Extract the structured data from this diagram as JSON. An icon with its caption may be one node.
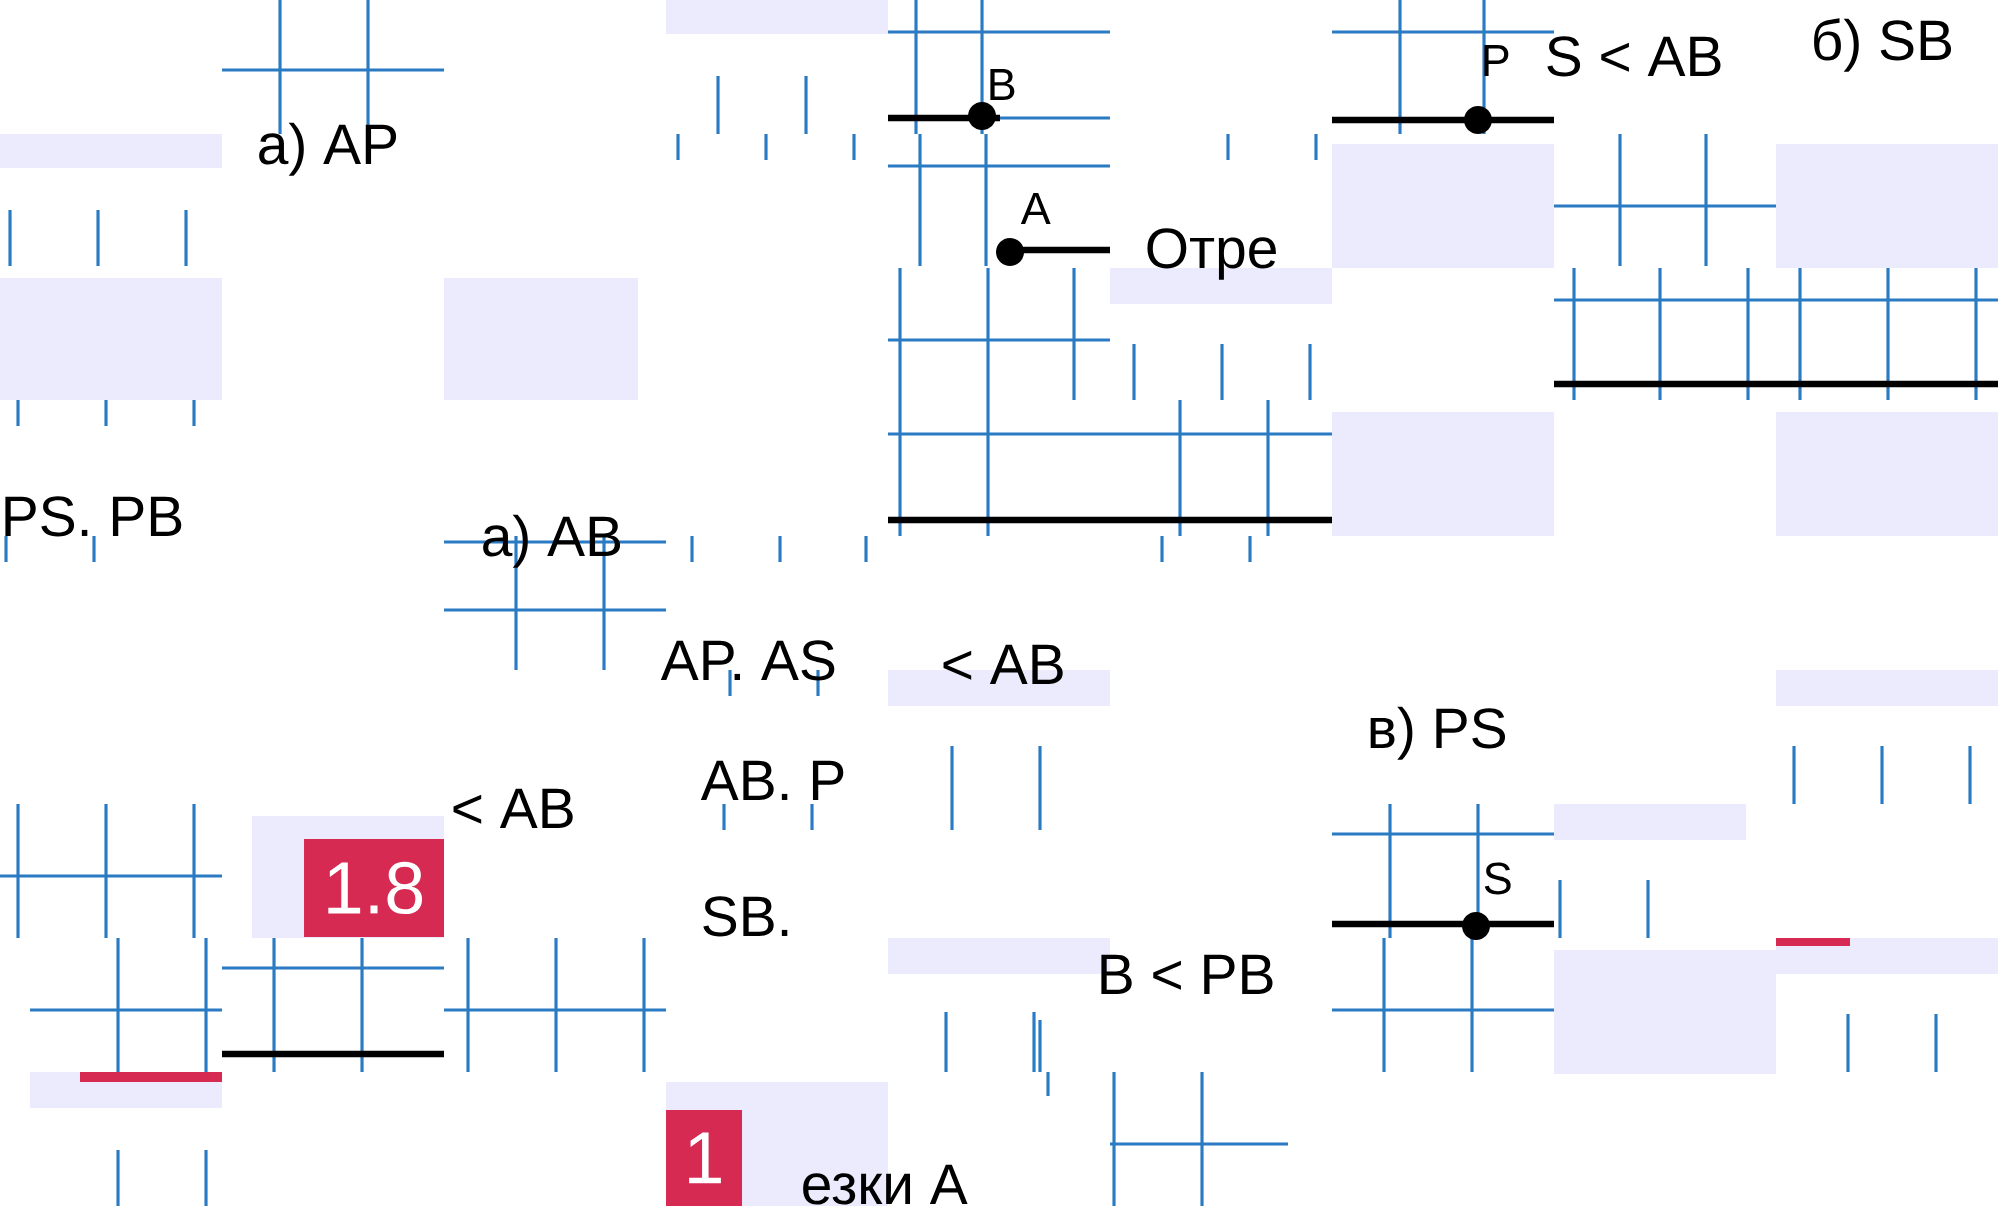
{
  "diagram": {
    "nodes": [
      {
        "text": [
          "1.8"
        ]
      },
      {
        "text": [
          "1"
        ]
      }
    ],
    "labels": [
      "P",
      "S < AB",
      "б) SB",
      "B",
      "а) AP",
      "A",
      "Отре",
      "PS. PB",
      "а) AB",
      "AP. AS",
      "< AB",
      "в) PS",
      "AB. P",
      "< AB",
      "S",
      "SB.",
      "B < PB",
      "езки А"
    ]
  }
}
